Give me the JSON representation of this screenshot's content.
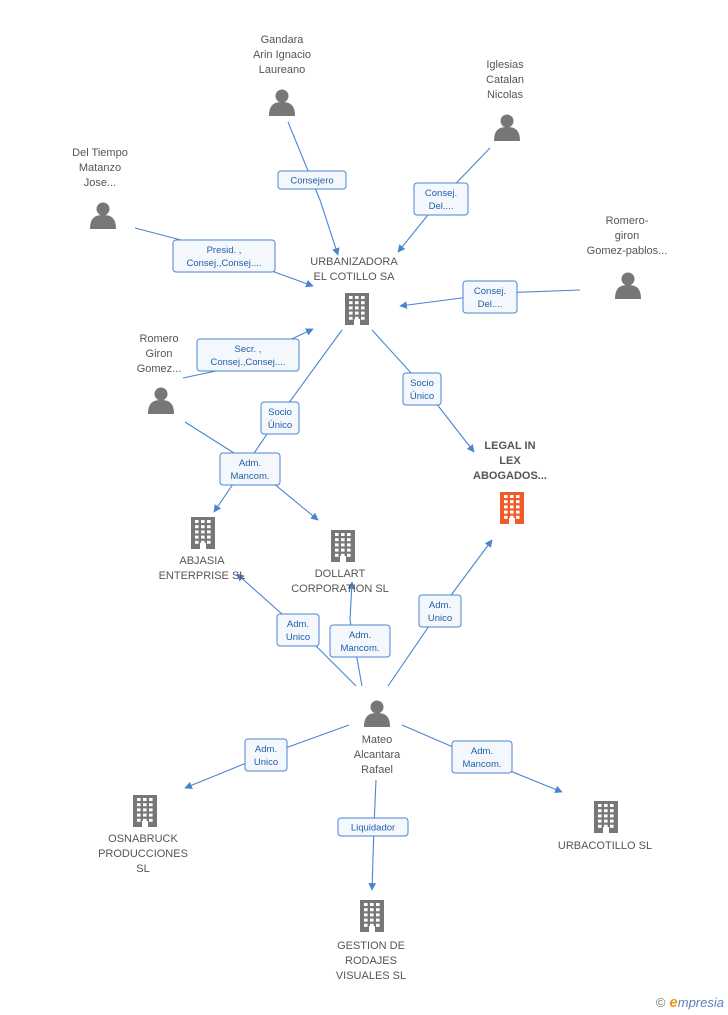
{
  "colors": {
    "edge": "#4a86d0",
    "badge_text": "#1f5ea8",
    "node_icon": "#777777",
    "main_company": "#ef5b2a",
    "label": "#555555"
  },
  "nodes": [
    {
      "id": "gandara",
      "kind": "person",
      "lines": [
        "Gandara",
        "Arin Ignacio",
        "Laureano"
      ]
    },
    {
      "id": "iglesias",
      "kind": "person",
      "lines": [
        "Iglesias",
        "Catalan",
        "Nicolas"
      ]
    },
    {
      "id": "deltiempo",
      "kind": "person",
      "lines": [
        "Del Tiempo",
        "Matanzo",
        "Jose..."
      ]
    },
    {
      "id": "romerogiron2",
      "kind": "person",
      "lines": [
        "Romero-",
        "giron",
        "Gomez-pablos..."
      ]
    },
    {
      "id": "urbanizadora",
      "kind": "company",
      "lines": [
        "URBANIZADORA",
        "EL COTILLO SA"
      ]
    },
    {
      "id": "romerogiron",
      "kind": "person",
      "lines": [
        "Romero",
        "Giron",
        "Gomez..."
      ]
    },
    {
      "id": "legalin",
      "kind": "company",
      "main": true,
      "lines": [
        "LEGAL IN",
        "LEX",
        "ABOGADOS..."
      ]
    },
    {
      "id": "abjasia",
      "kind": "company",
      "lines": [
        "ABJASIA",
        "ENTERPRISE SL"
      ]
    },
    {
      "id": "dollart",
      "kind": "company",
      "lines": [
        "DOLLART",
        "CORPORATION SL"
      ]
    },
    {
      "id": "mateo",
      "kind": "person",
      "lines": [
        "Mateo",
        "Alcantara",
        "Rafael"
      ]
    },
    {
      "id": "osnabruck",
      "kind": "company",
      "lines": [
        "OSNABRUCK",
        "PRODUCCIONES",
        "SL"
      ]
    },
    {
      "id": "urbacotillo",
      "kind": "company",
      "lines": [
        "URBACOTILLO SL"
      ]
    },
    {
      "id": "gestion",
      "kind": "company",
      "lines": [
        "GESTION DE",
        "RODAJES",
        "VISUALES SL"
      ]
    }
  ],
  "edges": [
    {
      "from": "gandara",
      "to": "urbanizadora",
      "label": [
        "Consejero"
      ]
    },
    {
      "from": "iglesias",
      "to": "urbanizadora",
      "label": [
        "Consej.",
        "Del...."
      ]
    },
    {
      "from": "deltiempo",
      "to": "urbanizadora",
      "label": [
        "Presid. ,",
        "Consej.,Consej...."
      ]
    },
    {
      "from": "romerogiron2",
      "to": "urbanizadora",
      "label": [
        "Consej.",
        "Del...."
      ]
    },
    {
      "from": "romerogiron",
      "to": "urbanizadora",
      "label": [
        "Secr. ,",
        "Consej.,Consej...."
      ]
    },
    {
      "from": "urbanizadora",
      "to": "legalin",
      "label": [
        "Socio",
        "Único"
      ]
    },
    {
      "from": "urbanizadora",
      "to": "abjasia",
      "label": [
        "Socio",
        "Único"
      ]
    },
    {
      "from": "romerogiron",
      "to": "dollart",
      "label": [
        "Adm.",
        "Mancom."
      ]
    },
    {
      "from": "mateo",
      "to": "abjasia",
      "label": [
        "Adm.",
        "Unico"
      ]
    },
    {
      "from": "mateo",
      "to": "dollart",
      "label": [
        "Adm.",
        "Mancom."
      ]
    },
    {
      "from": "mateo",
      "to": "legalin",
      "label": [
        "Adm.",
        "Unico"
      ]
    },
    {
      "from": "mateo",
      "to": "osnabruck",
      "label": [
        "Adm.",
        "Unico"
      ]
    },
    {
      "from": "mateo",
      "to": "urbacotillo",
      "label": [
        "Adm.",
        "Mancom."
      ]
    },
    {
      "from": "mateo",
      "to": "gestion",
      "label": [
        "Liquidador"
      ]
    }
  ],
  "watermark": {
    "copyright": "©",
    "brand_initial": "e",
    "brand_rest": "mpresia"
  }
}
